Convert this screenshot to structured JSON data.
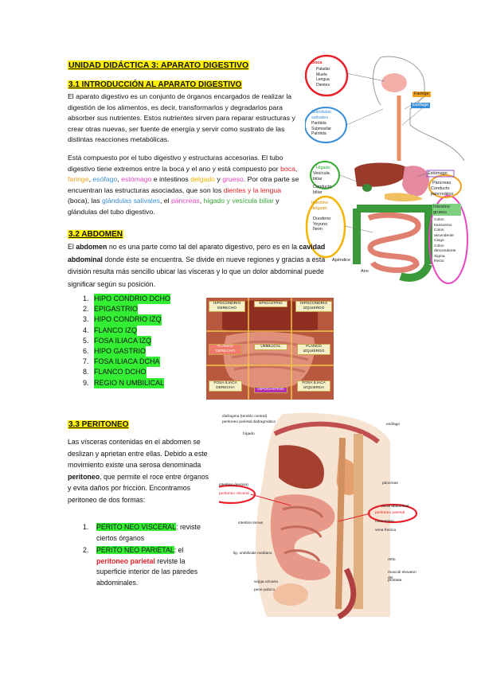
{
  "header": {
    "title": "UNIDAD DIDÁCTICA 3: APARATO DIGESTIVO"
  },
  "s1": {
    "heading": "3.1 INTRODUCCIÓN AL APARATO DIGESTIVO",
    "p1": "El aparato digestivo es un conjunto de órganos encargados de realizar la digestión de los alimentos, es decir, transformarlos y degradarlos para absorber sus nutrientes. Estos nutrientes sirven para reparar estructuras y crear otras nuevas, ser fuente de energía y servir como sustrato de las distintas reacciones metabólicas.",
    "p2_a": "Está compuesto por el tubo digestivo y estructuras accesorias. El tubo digestivo tiene extremos entre la boca y el ano y está compuesto por ",
    "boca": "boca",
    "sep1": ", ",
    "faringe": "faringe",
    "sep2": ", ",
    "esofago": "esófago",
    "sep3": ", ",
    "estomago": "estómago",
    "p2_b": " e intestinos ",
    "delgado": "delgado",
    "y1": " y ",
    "grueso": "grueso",
    "p2_c": ". Por otra parte se encuentran las estructuras asociadas, que son los ",
    "dientes": "dientes y la lengua",
    "p2_d": " (boca), las ",
    "salivales": "glándulas salivales",
    "sep4": ", el ",
    "pancreas": "páncreas",
    "sep5": ", ",
    "higado": "hígado y vesícula biliar",
    "p2_e": " y glándulas del tubo digestivo.",
    "colors": {
      "red": "#e8202a",
      "orange": "#f0a21e",
      "blue": "#3a8ed8",
      "pink": "#e845c0",
      "yellowtxt": "#f5b400",
      "purple": "#9b4fd0",
      "green": "#33a835"
    }
  },
  "s2": {
    "heading": "3.2 ABDOMEN",
    "p_a": "El ",
    "abdomen": "abdomen",
    "p_b": " no es una parte como tal del aparato digestivo, pero es en la ",
    "cavidad": "cavidad abdominal",
    "p_c": " donde éste se encuentra. Se divide en nueve regiones y gracias a esta división resulta más sencillo ubicar las vísceras y lo que un dolor abdominal puede significar según su posición.",
    "regions": [
      {
        "n": "1.",
        "label": "HIPO CONDRIO DCHO"
      },
      {
        "n": "2.",
        "label": "EPIGASTRIO"
      },
      {
        "n": "3.",
        "label": "HIPO CONDRIO IZQ"
      },
      {
        "n": "4.",
        "label": "FLANCO IZQ"
      },
      {
        "n": "5.",
        "label": "FOSA ILIACA IZQ"
      },
      {
        "n": "6.",
        "label": "HIPO GASTRIO"
      },
      {
        "n": "7.",
        "label": "FOSA ILIACA DCHA"
      },
      {
        "n": "8.",
        "label": "FLANCO DCHO"
      },
      {
        "n": "9.",
        "label": "REGIO N UMBILICAL"
      }
    ],
    "grid_labels": {
      "hd": "HIPOCONDRIO DERECHO",
      "ep": "EPIGASTRIO",
      "hi": "HIPOCONDRIO IZQUIERDO",
      "fd": "FLANCO DERECHO",
      "um": "UMBILICAL",
      "fi": "FLANCO IZQUIERDO",
      "id": "FOSA ILIACA DERECHA",
      "hg": "HIPOGASTRIO",
      "ii": "FOSA ILIACA IZQUIERDA"
    }
  },
  "s3": {
    "heading": "3.3 PERITONEO",
    "p_a": "Las vísceras contenidas en el abdomen se deslizan y aprietan entre ellas. Debido a este movimiento existe una serosa denominada ",
    "peritoneo": "peritoneo",
    "p_b": ", que permite el roce entre órganos y evita daños por fricción. Encontramos peritoneo de dos formas:",
    "items": [
      {
        "n": "1.",
        "hl": "PERITO NEO VISCERAL",
        "rest": ": reviste ciertos órganos"
      },
      {
        "n": "2.",
        "hl": "PERITO NEO PARIETAL",
        "rest_a": ": el ",
        "red": "peritoneo parietal",
        "rest_b": " reviste la superficie interior de las paredes abdominales."
      }
    ],
    "diagram_labels": {
      "l1": "diafragma (tendón central)",
      "l2": "peritoneo parietal diafragmático",
      "l3": "hígado",
      "l4": "esófago",
      "l5": "páncreas",
      "l6": "intestino (serosa)",
      "l7": "peritoneo visceral",
      "l8": "aorta abdominal",
      "l9": "peritoneo parietal",
      "l10": "intestino tenue",
      "l11": "mesenterio",
      "l12": "lig. umbilicale mediano",
      "l13": "vejiga urinaria",
      "l14": "pene pubico",
      "l15": "retto",
      "l16": "muscoli elevatori del",
      "l17": "prostata",
      "l18": "vena frenica"
    }
  },
  "top_diagram": {
    "boca": "Boca",
    "boca_items": "Paladar\nMuela\nLengua\nDientes",
    "glandulas": "Glándulas salivales",
    "gl_items": "Parótida\nSubmaxilar\nParotida",
    "faringe": "Faringe",
    "esofago": "Esófago",
    "higado": "Hígado",
    "vesicula": "Vesícula biliar",
    "conducto": "Conducto biliar",
    "estomago": "Estómago",
    "pancreas": "Páncreas",
    "cond_panc": "Conducto pancreático",
    "int_delgado": "Intestino delgado",
    "delg_items": "Duodeno\nYeyuno\nÍleon",
    "int_grueso": "Intestino grueso",
    "grueso_items": "Colon transverso\nColon ascendente\nCiego\nColon descendente\nSigma\nRecto",
    "apendice": "Apéndice",
    "ano": "Ano"
  }
}
